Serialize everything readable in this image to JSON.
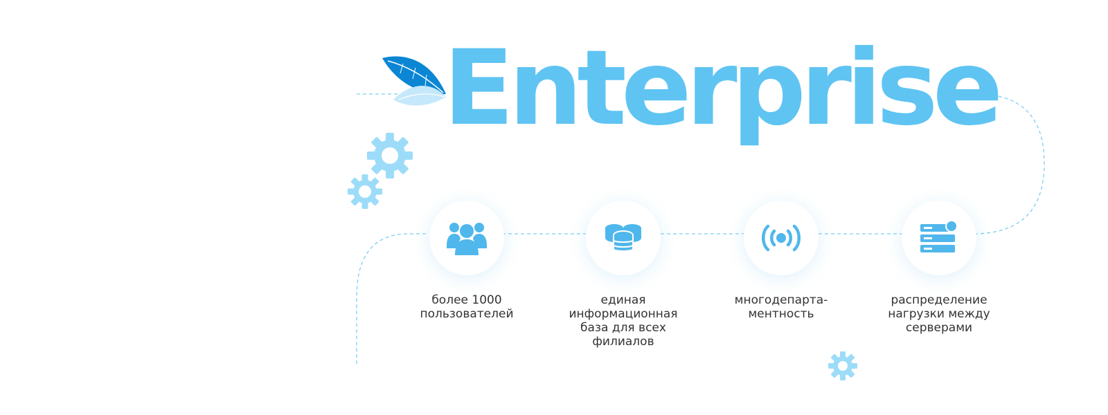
{
  "brand": {
    "title": "Enterprise",
    "accent_color": "#5fc4f2",
    "leaf_dark_color": "#0a86d4",
    "leaf_light_color": "#c5e8fb",
    "line_color": "#7dcdf3",
    "gear_color": "#9ddcf8"
  },
  "features": [
    {
      "icon": "users-icon",
      "label": "более 1000\nпользователей"
    },
    {
      "icon": "database-icon",
      "label": "единая\nинформационная\nбаза для всех\nфилиалов"
    },
    {
      "icon": "broadcast-icon",
      "label": "многодепарта-\nментность"
    },
    {
      "icon": "server-icon",
      "label": "распределение\nнагрузки между\nсерверами"
    }
  ]
}
